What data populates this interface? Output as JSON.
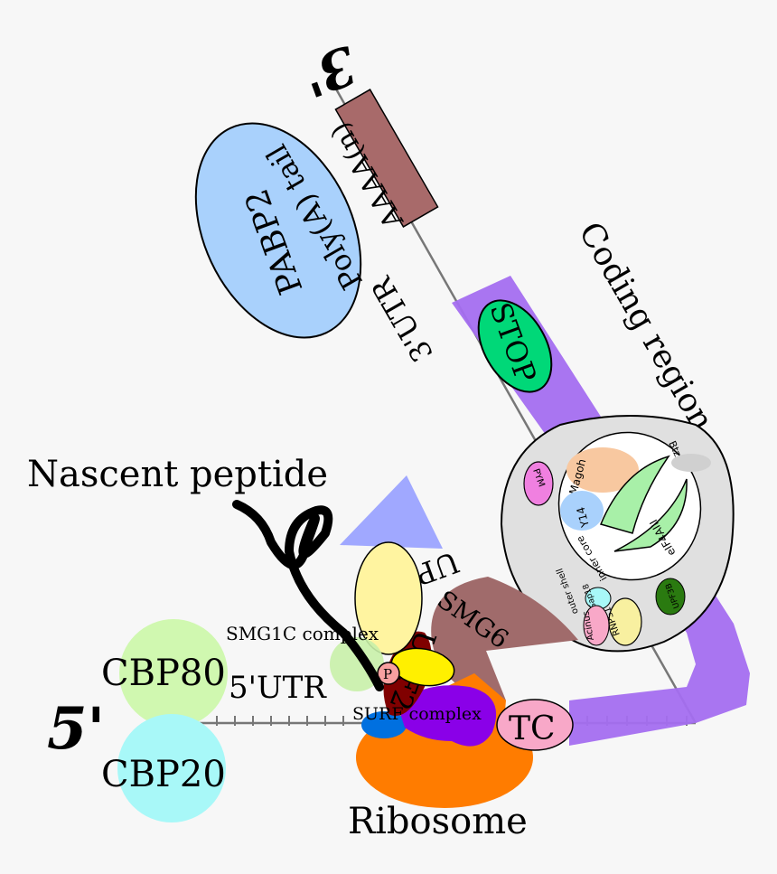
{
  "labels": {
    "three_prime": "3'",
    "five_prime": "5'",
    "poly_a": "AAAA(n)",
    "utr3": "3'UTR",
    "poly_a_tail": "Poly(A) tail",
    "coding_region": "Coding region",
    "pabp2": "PABP2",
    "stop": "STOP",
    "nascent_peptide": "Nascent peptide",
    "upf3": "UPF3",
    "upf2": "UPF2",
    "smg6": "SMG6",
    "smg1c": "SMG1C complex",
    "utr5": "5'UTR",
    "p": "P",
    "surf": "SURF complex",
    "tc": "TC",
    "cbp80": "CBP80",
    "cbp20": "CBP20",
    "ribosome": "Ribosome",
    "magoh": "Magoh",
    "y14": "Y14",
    "eif4aiii": "eIF4AIII",
    "btz": "Btz",
    "acinus": "Acinus",
    "sap18": "Sap18",
    "rnps1": "RNPS1",
    "pym": "PYM",
    "upf3b": "UPF3B",
    "inner_core": "inner core",
    "outer_shell": "outer shell"
  },
  "colors": {
    "coding_band": "#a46ef0",
    "poly_a_fill": "#a86a6a",
    "pabp2_fill": "#a9d1fc",
    "stop_fill": "#00d878",
    "upf3_fill": "#a0a8ff",
    "upf2_fill": "#fff4a0",
    "smg6_fill": "#a06b6b",
    "ribosome_fill": "#ff7c00",
    "surf_fill": "#8a00e8",
    "cbp80_fill": "#d0f8b0",
    "cbp20_fill": "#a8f8f8",
    "tc_fill": "#f8a8c8",
    "ejc_shell": "#e0e0e0"
  }
}
